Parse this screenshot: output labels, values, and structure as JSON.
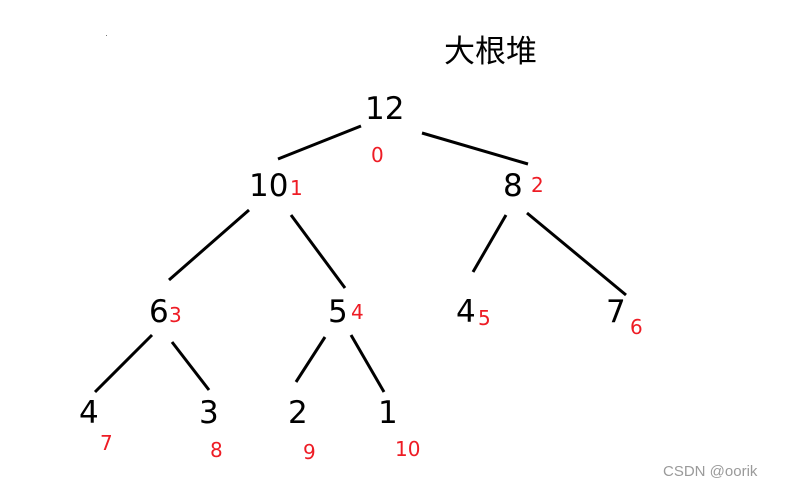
{
  "title": "大根堆",
  "watermark": "CSDN @oorik",
  "colors": {
    "value": "#000000",
    "index": "#ee1c25",
    "edge": "#000000",
    "watermark": "#9a9a9a"
  },
  "heap": {
    "type": "max-heap",
    "array": [
      12,
      10,
      8,
      6,
      5,
      4,
      7,
      4,
      3,
      2,
      1
    ],
    "nodes": [
      {
        "value": "12",
        "index": "0"
      },
      {
        "value": "10",
        "index": "1"
      },
      {
        "value": "8",
        "index": "2"
      },
      {
        "value": "6",
        "index": "3"
      },
      {
        "value": "5",
        "index": "4"
      },
      {
        "value": "4",
        "index": "5"
      },
      {
        "value": "7",
        "index": "6"
      },
      {
        "value": "4",
        "index": "7"
      },
      {
        "value": "3",
        "index": "8"
      },
      {
        "value": "2",
        "index": "9"
      },
      {
        "value": "1",
        "index": "10"
      }
    ],
    "edges": [
      {
        "from": 0,
        "to": 1
      },
      {
        "from": 0,
        "to": 2
      },
      {
        "from": 1,
        "to": 3
      },
      {
        "from": 1,
        "to": 4
      },
      {
        "from": 2,
        "to": 5
      },
      {
        "from": 2,
        "to": 6
      },
      {
        "from": 3,
        "to": 7
      },
      {
        "from": 3,
        "to": 8
      },
      {
        "from": 4,
        "to": 9
      },
      {
        "from": 4,
        "to": 10
      }
    ]
  }
}
